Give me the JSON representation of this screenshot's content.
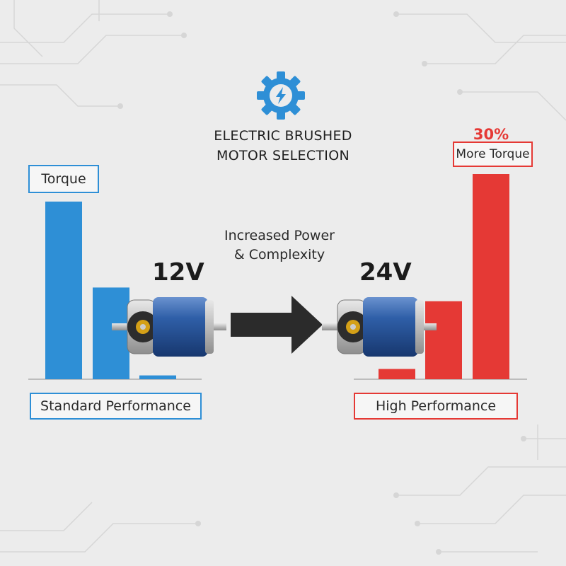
{
  "title": {
    "line1": "ELECTRIC BRUSHED",
    "line2": "MOTOR SELECTION"
  },
  "colors": {
    "blue": "#2e8fd6",
    "red": "#e53935",
    "arrow": "#2b2b2b",
    "motor": "#2f5fa8"
  },
  "icons": {
    "header": "gear-lightning-icon",
    "transition": "arrow-right-icon"
  },
  "left": {
    "axis_label": "Torque",
    "voltage": "12V",
    "caption": "Standard Performance",
    "bar_levels": [
      0.93,
      0.48,
      0.02
    ]
  },
  "transition_text": {
    "line1": "Increased Power",
    "line2": "& Complexity"
  },
  "right": {
    "voltage": "24V",
    "percent": "30%",
    "callout": "More Torque",
    "caption": "High Performance",
    "bar_levels": [
      0.05,
      0.38,
      1.0
    ]
  }
}
